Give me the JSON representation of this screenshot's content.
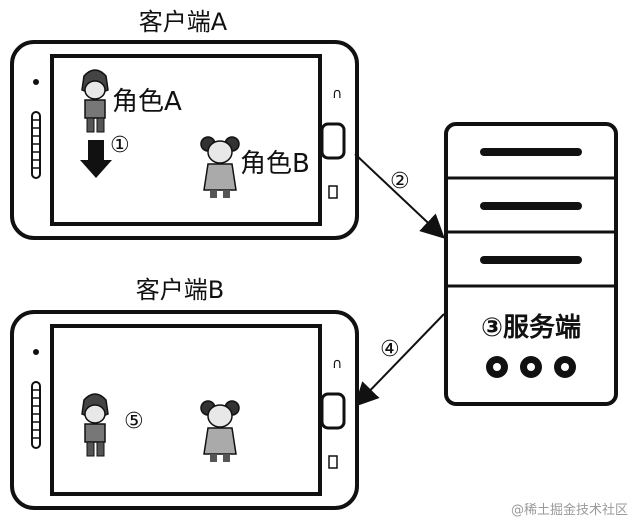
{
  "labels": {
    "client_a": "客户端A",
    "client_b": "客户端B",
    "role_a": "角色A",
    "role_b": "角色B",
    "step1": "①",
    "step2": "②",
    "step4": "④",
    "step5": "⑤",
    "server": "③服务端",
    "watermark": "@稀土掘金技术社区"
  },
  "colors": {
    "ink": "#111111",
    "paper": "#ffffff",
    "watermark": "#9a9a9a"
  }
}
